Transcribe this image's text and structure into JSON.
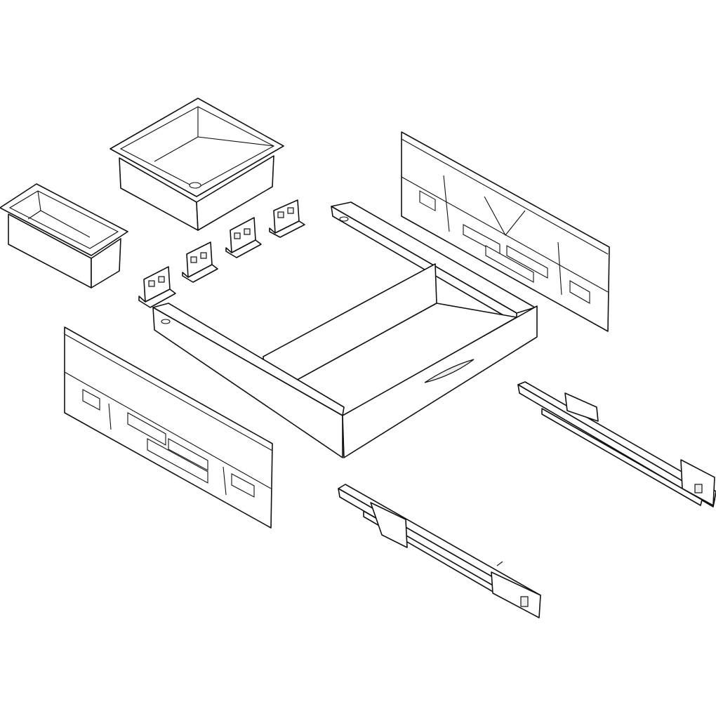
{
  "diagram": {
    "type": "exploded-assembly-line-drawing",
    "colors": {
      "line": "#111111",
      "background": "#ffffff"
    },
    "parts": [
      "small-bin",
      "large-bin",
      "bracket",
      "bracket",
      "bracket",
      "bracket",
      "rear-mounting-panel",
      "front-mounting-panel",
      "drawer-box",
      "slide-rail-right",
      "slide-rail-left"
    ]
  }
}
